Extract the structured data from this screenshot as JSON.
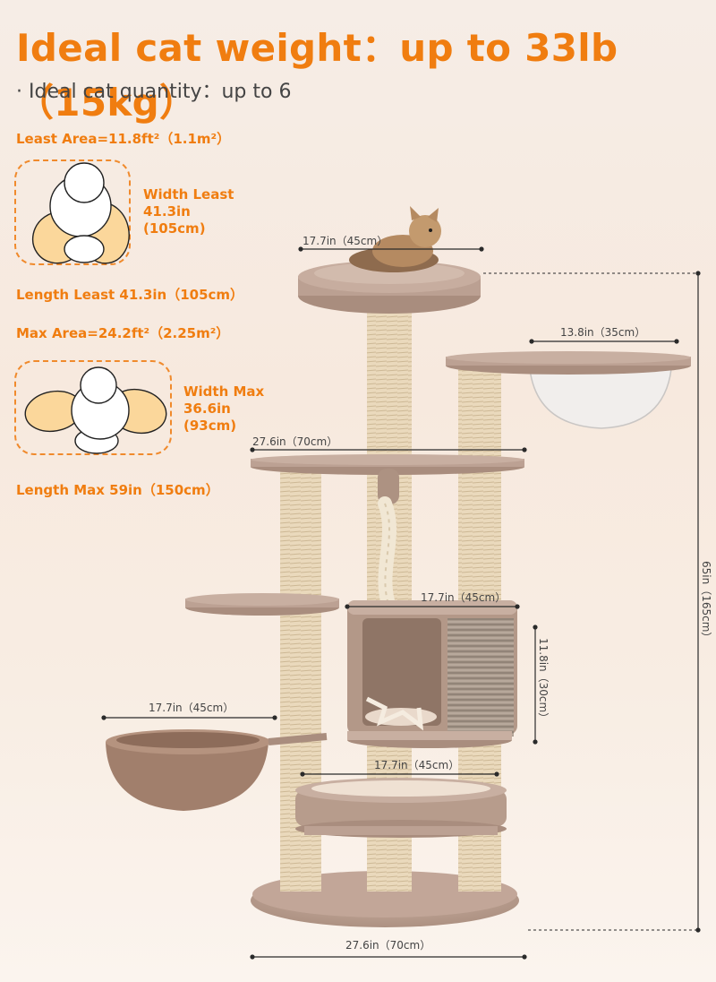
{
  "headline": "Ideal cat weight：up to 33lb（15kg）",
  "quantity": "· Ideal cat quantity：up to 6",
  "least_area": {
    "title": "Least Area=11.8ft²（1.1m²）",
    "width": "Width Least\n41.3in\n(105cm)",
    "length": "Length Least 41.3in（105cm）"
  },
  "max_area": {
    "title": "Max Area=24.2ft²（2.25m²）",
    "width": "Width Max\n36.6in\n(93cm)",
    "length": "Length Max 59in（150cm）"
  },
  "dimensions": {
    "top_perch": "17.7in（45cm）",
    "bowl_perch": "13.8in（35cm）",
    "middle_platform": "27.6in（70cm）",
    "condo_width": "17.7in（45cm）",
    "condo_height": "11.8in（30cm）",
    "hammock": "17.7in（45cm）",
    "lower_bed": "17.7in（45cm）",
    "base": "27.6in（70cm）",
    "total_height": "65in（165cm）"
  },
  "colors": {
    "accent": "#f07d10",
    "platform": "#bfa393",
    "sisal": "#e8d7b8",
    "circle_fill": "#ffffff",
    "cat_fill": "#fbd79b"
  }
}
